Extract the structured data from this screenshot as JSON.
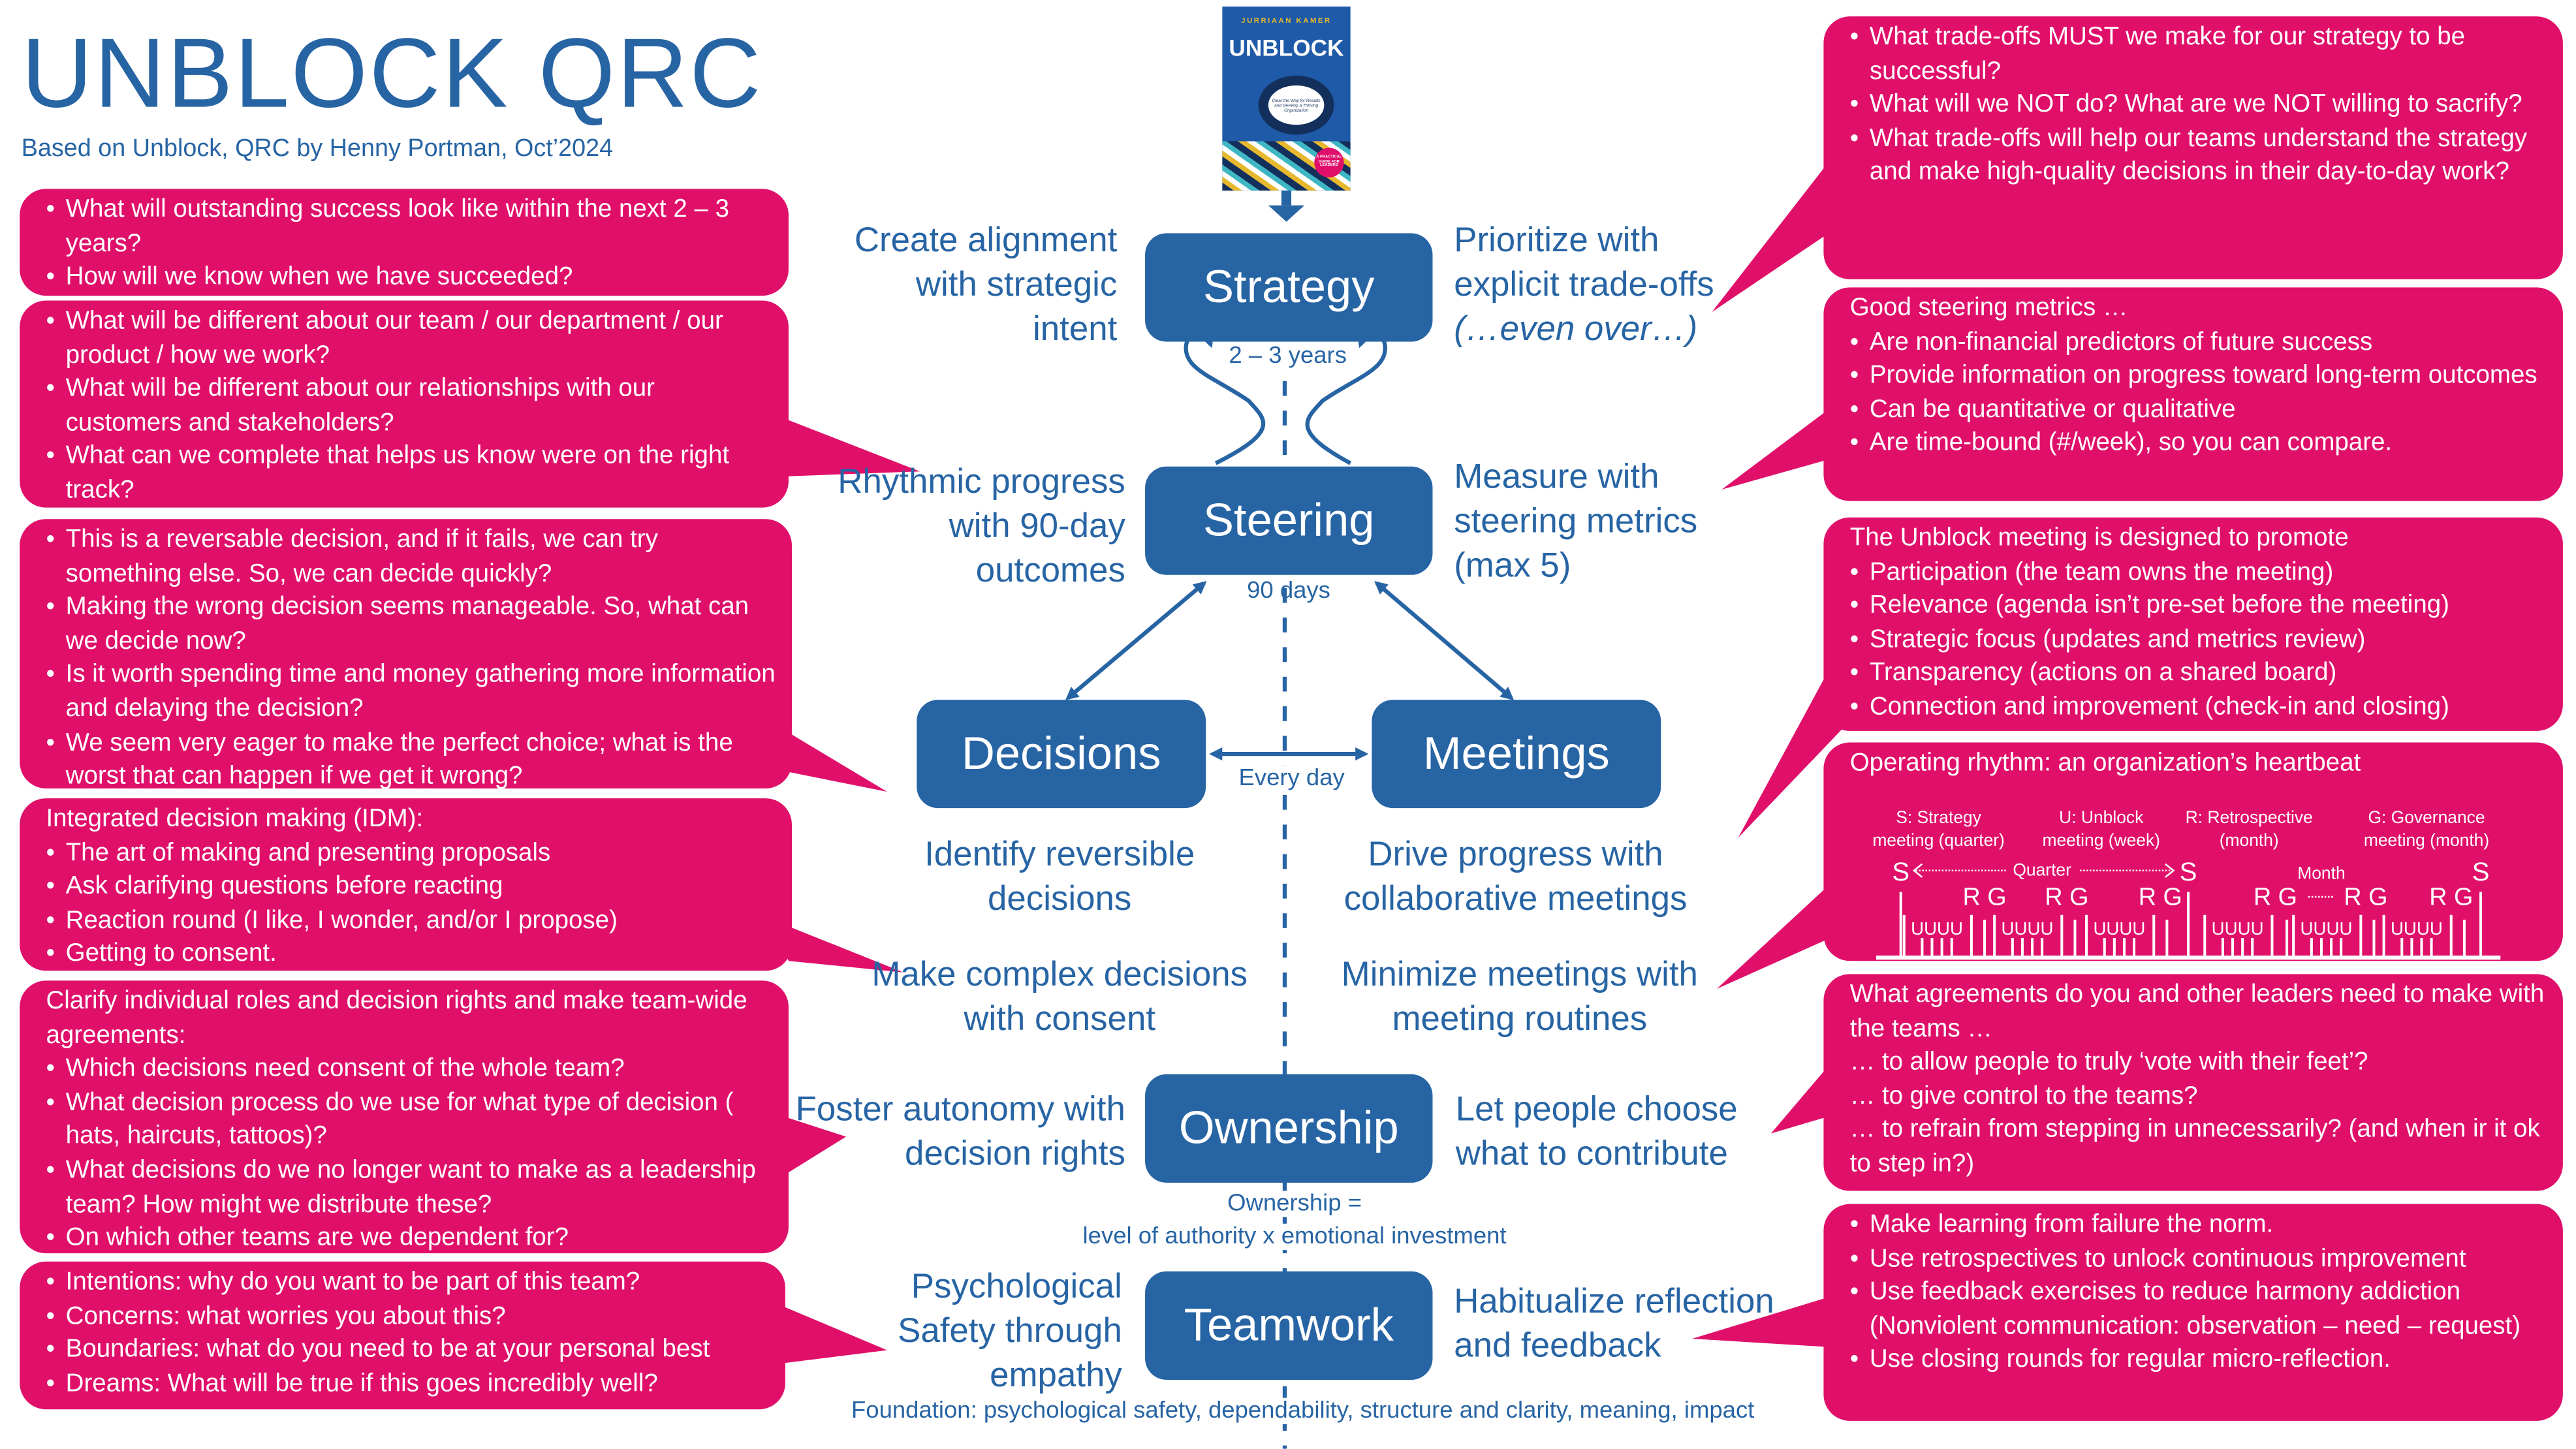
{
  "header": {
    "title": "UNBLOCK QRC",
    "subtitle": "Based on Unblock, QRC by Henny Portman, Oct’2024"
  },
  "book": {
    "author": "JURRIAAN KAMER",
    "title": "UNBLOCK",
    "tagline": "Clear the Way for Results and Develop a Thriving Organization",
    "badge": "A PRACTICAL GUIDE FOR LEADERS"
  },
  "colors": {
    "primary_blue": "#2764A4",
    "callout_pink": "#E0106A"
  },
  "nodes": {
    "strategy": "Strategy",
    "steering": "Steering",
    "decisions": "Decisions",
    "meetings": "Meetings",
    "ownership": "Ownership",
    "teamwork": "Teamwork"
  },
  "connectors": {
    "strategy_steering": "2 – 3 years",
    "steering_cycle": "90 days",
    "daily": "Every day",
    "ownership_formula_1": "Ownership =",
    "ownership_formula_2": "level of authority x emotional investment",
    "foundation": "Foundation: psychological safety, dependability, structure and clarity, meaning, impact"
  },
  "practices": {
    "create_alignment": "Create alignment with strategic intent",
    "prioritize": "Prioritize with explicit trade-offs",
    "prioritize_em": "(…even over…)",
    "rhythmic": "Rhythmic progress with 90-day outcomes",
    "measure": "Measure with steering metrics (max 5)",
    "reversible": "Identify reversible decisions",
    "drive_progress": "Drive progress with collaborative meetings",
    "consent": "Make complex decisions with consent",
    "minimize": "Minimize meetings with meeting routines",
    "autonomy": "Foster autonomy with decision rights",
    "choose": "Let people choose what to contribute",
    "psych_safety": "Psychological Safety through empathy",
    "reflection": "Habitualize reflection and feedback"
  },
  "callouts_left": [
    {
      "lines": [
        {
          "b": true,
          "t": "What will outstanding success look like within the next 2 – 3 years?"
        },
        {
          "b": true,
          "t": "How will we know when we have succeeded?"
        }
      ]
    },
    {
      "lines": [
        {
          "b": true,
          "t": "What will be different about our team / our department / our product / how we work?"
        },
        {
          "b": true,
          "t": "What will be different about our relationships with our customers and stakeholders?"
        },
        {
          "b": true,
          "t": "What can we complete that helps us know were on the right track?"
        }
      ]
    },
    {
      "lines": [
        {
          "b": true,
          "t": "This is a reversable decision, and if it fails, we can try something else. So, we can decide quickly?"
        },
        {
          "b": true,
          "t": "Making the wrong decision seems manageable. So, what can we decide now?"
        },
        {
          "b": true,
          "t": "Is it worth spending time and money gathering more information and delaying the decision?"
        },
        {
          "b": true,
          "t": "We seem very eager to make the perfect choice; what is the worst that can happen if we get it wrong?"
        }
      ]
    },
    {
      "lines": [
        {
          "b": false,
          "t": "Integrated decision making (IDM):"
        },
        {
          "b": true,
          "t": "The art of making and presenting proposals"
        },
        {
          "b": true,
          "t": "Ask clarifying questions before reacting"
        },
        {
          "b": true,
          "t": "Reaction round (I like, I wonder, and/or I propose)"
        },
        {
          "b": true,
          "t": "Getting to consent."
        }
      ]
    },
    {
      "lines": [
        {
          "b": false,
          "t": "Clarify individual roles and decision rights and make team-wide agreements:"
        },
        {
          "b": true,
          "t": "Which decisions need consent of the whole team?"
        },
        {
          "b": true,
          "t": "What decision process do we use for what type of decision ( hats, haircuts, tattoos)?"
        },
        {
          "b": true,
          "t": "What decisions do we no longer want to make as a leadership team? How might we distribute these?"
        },
        {
          "b": true,
          "t": "On which other teams are we dependent for?"
        }
      ]
    },
    {
      "lines": [
        {
          "b": true,
          "t": "Intentions: why do you want to be part of this team?"
        },
        {
          "b": true,
          "t": "Concerns: what worries you about this?"
        },
        {
          "b": true,
          "t": "Boundaries: what do you need to be at your personal best"
        },
        {
          "b": true,
          "t": "Dreams: What will be true if this goes incredibly well?"
        }
      ]
    }
  ],
  "callouts_right": [
    {
      "lines": [
        {
          "b": true,
          "t": "What trade-offs MUST we make for our strategy to be successful?"
        },
        {
          "b": true,
          "t": "What will we NOT do? What are we NOT willing to sacrify?"
        },
        {
          "b": true,
          "t": "What trade-offs will help our teams understand the strategy and make high-quality decisions in their day-to-day work?"
        }
      ]
    },
    {
      "lines": [
        {
          "b": false,
          "t": "Good steering metrics …"
        },
        {
          "b": true,
          "t": "Are non-financial predictors of future success"
        },
        {
          "b": true,
          "t": "Provide information on progress toward long-term outcomes"
        },
        {
          "b": true,
          "t": "Can be quantitative or qualitative"
        },
        {
          "b": true,
          "t": "Are time-bound (#/week), so you can compare."
        }
      ]
    },
    {
      "lines": [
        {
          "b": false,
          "t": "The Unblock meeting is designed to promote"
        },
        {
          "b": true,
          "t": "Participation (the team owns the meeting)"
        },
        {
          "b": true,
          "t": "Relevance (agenda isn’t pre-set before the meeting)"
        },
        {
          "b": true,
          "t": "Strategic focus (updates and metrics review)"
        },
        {
          "b": true,
          "t": "Transparency (actions on a shared board)"
        },
        {
          "b": true,
          "t": "Connection and improvement (check-in and closing)"
        }
      ]
    },
    {
      "lines": [
        {
          "b": false,
          "t": "Operating rhythm: an organization’s heartbeat"
        }
      ]
    },
    {
      "lines": [
        {
          "b": false,
          "t": "What agreements do you and other leaders need to make with the teams …"
        },
        {
          "b": false,
          "t": "… to allow people to truly ‘vote with their feet’?"
        },
        {
          "b": false,
          "t": "… to give control to the teams?"
        },
        {
          "b": false,
          "t": "… to refrain from stepping in unnecessarily? (and when ir it ok to step in?)"
        }
      ]
    },
    {
      "lines": [
        {
          "b": true,
          "t": "Make learning from failure the norm."
        },
        {
          "b": true,
          "t": "Use retrospectives to unlock continuous improvement"
        },
        {
          "b": true,
          "t": "Use feedback exercises to reduce harmony addiction (Nonviolent communication:  observation – need – request)"
        },
        {
          "b": true,
          "t": "Use closing rounds for regular micro-reflection."
        }
      ]
    }
  ],
  "rhythm": {
    "legend": [
      {
        "l1": "S: Strategy",
        "l2": "meeting (quarter)"
      },
      {
        "l1": "U: Unblock",
        "l2": "meeting (week)"
      },
      {
        "l1": "R: Retrospective",
        "l2": "(month)"
      },
      {
        "l1": "G: Governance",
        "l2": "meeting (month)"
      }
    ],
    "quarter": "Quarter",
    "month": "Month",
    "strategy_mark": "S",
    "rg_mark": "R G",
    "unblock_mark": "UUUU"
  }
}
